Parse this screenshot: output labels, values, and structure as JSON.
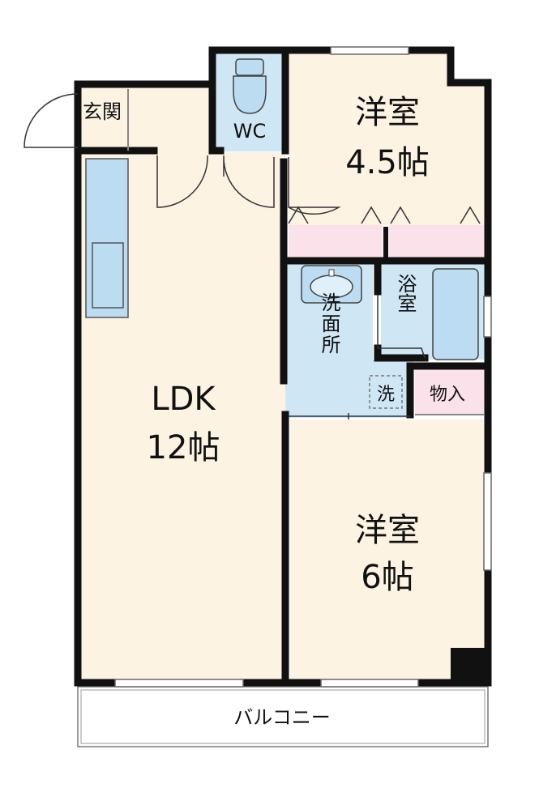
{
  "rooms": {
    "entrance": "玄関",
    "wc": "WC",
    "western_1": {
      "name": "洋室",
      "size": "4.5帖"
    },
    "ldk": {
      "name": "LDK",
      "size": "12帖"
    },
    "washroom": "洗面所",
    "bath": "浴室",
    "washer": "洗",
    "storage": "物入",
    "western_2": {
      "name": "洋室",
      "size": "6帖"
    },
    "balcony": "バルコニー"
  },
  "colors": {
    "floor": "#fdf3e3",
    "wet_area": "#cfe6f5",
    "closet": "#fbe1ea",
    "wall": "#111111",
    "fixture": "#bcdcf1"
  }
}
